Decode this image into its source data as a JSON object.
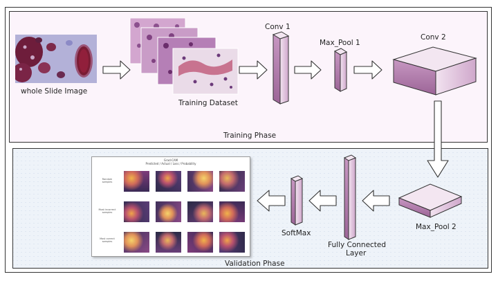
{
  "diagram": {
    "phases": {
      "training": "Training Phase",
      "validation": "Validation Phase"
    },
    "nodes": {
      "whole_slide_image": "whole Slide Image",
      "training_dataset": "Training Dataset",
      "conv1": "Conv 1",
      "max_pool1": "Max_Pool 1",
      "conv2": "Conv 2",
      "max_pool2": "Max_Pool 2",
      "fully_connected": "Fully Connected",
      "fully_connected_2": "Layer",
      "softmax": "SoftMax"
    },
    "gradcam": {
      "title_line1": "Grad-CAM",
      "title_line2": "Predicted / Actual / Loss / Probability",
      "row_labels": [
        "Random samples",
        "Most incorrect samples",
        "Most correct samples"
      ]
    },
    "colors": {
      "block_face": "#e6cce3",
      "block_side": "#b98ab4",
      "block_top": "#f1e2ef",
      "arrow_fill": "#ffffff",
      "arrow_stroke": "#333333",
      "training_bg": "#fcf4fb",
      "validation_bg": "#eef3f9",
      "tissue_dark": "#6b2140",
      "tissue_light": "#a9a6d2"
    }
  }
}
